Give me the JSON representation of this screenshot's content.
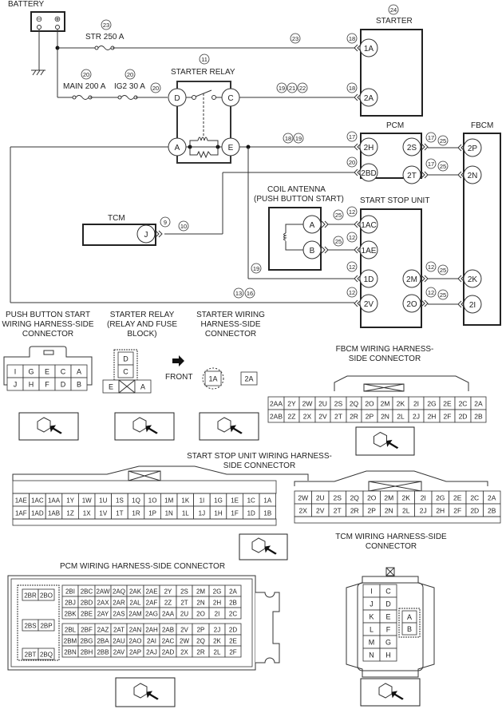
{
  "diagram": {
    "components": {
      "battery": {
        "label": "BATTERY",
        "neg": "⊖",
        "pos": "⊕"
      },
      "starter": {
        "label": "STARTER",
        "ref": "24",
        "terminals": [
          "1A",
          "2A"
        ]
      },
      "starter_relay": {
        "label": "STARTER RELAY",
        "ref": "11",
        "terminals": [
          "D",
          "C",
          "A",
          "E"
        ]
      },
      "pcm": {
        "label": "PCM",
        "terminals_left": [
          "2H",
          "2BD"
        ],
        "terminals_right": [
          "2S",
          "2T"
        ]
      },
      "fbcm": {
        "label": "FBCM",
        "terminals": [
          "2P",
          "2N",
          "2K",
          "2I"
        ]
      },
      "tcm": {
        "label": "TCM",
        "terminal": "J"
      },
      "coil_antenna": {
        "label": "COIL ANTENNA",
        "sublabel": "(PUSH BUTTON START)",
        "terminals": [
          "A",
          "B"
        ]
      },
      "start_stop_unit": {
        "label": "START STOP UNIT",
        "terminals_left": [
          "1AC",
          "1AE",
          "1D",
          "2V"
        ],
        "terminals_right": [
          "2M",
          "2O"
        ]
      }
    },
    "fuses": [
      {
        "label": "STR 250 A",
        "ref": "23"
      },
      {
        "label": "MAIN 200 A",
        "ref": "20"
      },
      {
        "label": "IG2 30 A",
        "ref": "20"
      }
    ],
    "refs": {
      "str_wire": "23",
      "starter_1a": "18",
      "starter_2a": "18",
      "relay_c_wire": [
        "19",
        "21",
        "22"
      ],
      "relay_in": "20",
      "pcm_2h_wire": [
        "18",
        "19"
      ],
      "pcm_2h": "17",
      "pcm_2bd": "20",
      "pcm_2s": [
        "17",
        "25"
      ],
      "pcm_2t": [
        "17",
        "25"
      ],
      "tcm_j": [
        "9",
        "10"
      ],
      "ant_a": [
        "25",
        "12"
      ],
      "ant_b": [
        "25",
        "12"
      ],
      "ssu_1d": "12",
      "wire_19": "19",
      "ssu_2v": "12",
      "wire_13_16": [
        "13",
        "16"
      ],
      "ssu_2m": [
        "12",
        "25"
      ],
      "ssu_2o": [
        "12",
        "25"
      ]
    }
  },
  "connectors": {
    "push_button": {
      "title": "PUSH BUTTON START WIRING HARNESS-SIDE CONNECTOR",
      "rows": [
        [
          "I",
          "G",
          "E",
          "C",
          "A"
        ],
        [
          "J",
          "H",
          "F",
          "D",
          "B"
        ]
      ]
    },
    "starter_relay": {
      "title": "STARTER RELAY (RELAY AND FUSE BLOCK)",
      "pins": [
        "D",
        "C",
        "E",
        "A"
      ]
    },
    "front_label": "FRONT",
    "starter": {
      "title": "STARTER WIRING HARNESS-SIDE CONNECTOR",
      "pins": [
        "1A",
        "2A"
      ]
    },
    "fbcm": {
      "title": "FBCM WIRING HARNESS-SIDE CONNECTOR",
      "rows": [
        [
          "2AA",
          "2Y",
          "2W",
          "2U",
          "2S",
          "2Q",
          "2O",
          "2M",
          "2K",
          "2I",
          "2G",
          "2E",
          "2C",
          "2A"
        ],
        [
          "2AB",
          "2Z",
          "2X",
          "2V",
          "2T",
          "2R",
          "2P",
          "2N",
          "2L",
          "2J",
          "2H",
          "2F",
          "2D",
          "2B"
        ]
      ]
    },
    "ssu": {
      "title": "START STOP UNIT WIRING HARNESS-SIDE CONNECTOR",
      "left_rows": [
        [
          "1AE",
          "1AC",
          "1AA",
          "1Y",
          "1W",
          "1U",
          "1S",
          "1Q",
          "1O",
          "1M",
          "1K",
          "1I",
          "1G",
          "1E",
          "1C",
          "1A"
        ],
        [
          "1AF",
          "1AD",
          "1AB",
          "1Z",
          "1X",
          "1V",
          "1T",
          "1R",
          "1P",
          "1N",
          "1L",
          "1J",
          "1H",
          "1F",
          "1D",
          "1B"
        ]
      ],
      "right_rows": [
        [
          "2W",
          "2U",
          "2S",
          "2Q",
          "2O",
          "2M",
          "2K",
          "2I",
          "2G",
          "2E",
          "2C",
          "2A"
        ],
        [
          "2X",
          "2V",
          "2T",
          "2R",
          "2P",
          "2N",
          "2L",
          "2J",
          "2H",
          "2F",
          "2D",
          "2B"
        ]
      ]
    },
    "pcm": {
      "title": "PCM WIRING HARNESS-SIDE CONNECTOR",
      "side_pins": [
        [
          "2BR",
          "2BO"
        ],
        [
          "2BS",
          "2BP"
        ],
        [
          "2BT",
          "2BQ"
        ]
      ],
      "upper_rows": [
        [
          "2BI",
          "2BC",
          "2AW",
          "2AQ",
          "2AK",
          "2AE",
          "2Y",
          "2S",
          "2M",
          "2G",
          "2A"
        ],
        [
          "2BJ",
          "2BD",
          "2AX",
          "2AR",
          "2AL",
          "2AF",
          "2Z",
          "2T",
          "2N",
          "2H",
          "2B"
        ],
        [
          "2BK",
          "2BE",
          "2AY",
          "2AS",
          "2AM",
          "2AG",
          "2AA",
          "2U",
          "2O",
          "2I",
          "2C"
        ]
      ],
      "lower_rows": [
        [
          "2BL",
          "2BF",
          "2AZ",
          "2AT",
          "2AN",
          "2AH",
          "2AB",
          "2V",
          "2P",
          "2J",
          "2D"
        ],
        [
          "2BM",
          "2BG",
          "2BA",
          "2AU",
          "2AO",
          "2AI",
          "2AC",
          "2W",
          "2Q",
          "2K",
          "2E"
        ],
        [
          "2BN",
          "2BH",
          "2BB",
          "2AV",
          "2AP",
          "2AJ",
          "2AD",
          "2X",
          "2R",
          "2L",
          "2F"
        ]
      ]
    },
    "tcm": {
      "title": "TCM WIRING HARNESS-SIDE CONNECTOR",
      "left_col": [
        "I",
        "J",
        "K",
        "L",
        "M",
        "N"
      ],
      "mid_col": [
        "C",
        "D",
        "E",
        "F",
        "G",
        "H"
      ],
      "side_pins": [
        "A",
        "B"
      ]
    }
  }
}
